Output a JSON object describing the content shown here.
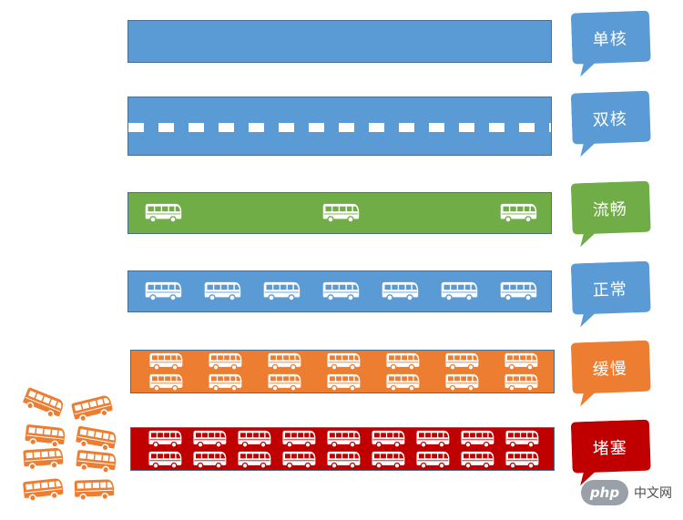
{
  "lanes": [
    {
      "label": "单核",
      "color": "#5b9bd5",
      "bubble_color": "#5b9bd5",
      "buses_per_row": 0,
      "rows": 0,
      "dashed": false
    },
    {
      "label": "双核",
      "color": "#5b9bd5",
      "bubble_color": "#5b9bd5",
      "buses_per_row": 0,
      "rows": 0,
      "dashed": true
    },
    {
      "label": "流畅",
      "color": "#70ad47",
      "bubble_color": "#70ad47",
      "buses_per_row": 3,
      "rows": 1,
      "dashed": false
    },
    {
      "label": "正常",
      "color": "#5b9bd5",
      "bubble_color": "#5b9bd5",
      "buses_per_row": 7,
      "rows": 1,
      "dashed": false
    },
    {
      "label": "缓慢",
      "color": "#ed7d31",
      "bubble_color": "#ed7d31",
      "buses_per_row": 7,
      "rows": 2,
      "dashed": false
    },
    {
      "label": "堵塞",
      "color": "#c00000",
      "bubble_color": "#c00000",
      "buses_per_row": 9,
      "rows": 2,
      "dashed": false
    }
  ],
  "overflow_buses": {
    "count": 8,
    "color": "#ed7d31"
  },
  "watermark": {
    "logo": "php",
    "text": "中文网"
  },
  "icons": {
    "bus": "bus-icon"
  }
}
